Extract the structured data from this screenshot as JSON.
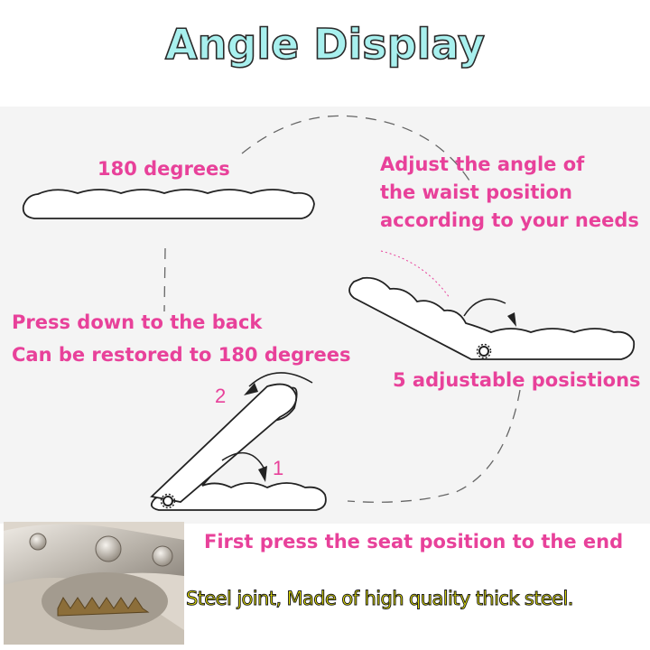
{
  "title": "Angle Display",
  "labels": {
    "flat": "180 degrees",
    "adjust_line1": "Adjust the angle of",
    "adjust_line2": "the waist position",
    "adjust_line3": "according to your needs",
    "press_line1": "Press down to the back",
    "press_line2": "Can be restored to 180 degrees",
    "positions": "5 adjustable posistions",
    "step1": "1",
    "step2": "2",
    "first_press": "First press the seat position to the end",
    "steel": "Steel joint, Made of high quality thick steel."
  },
  "colors": {
    "accent_pink": "#e8419a",
    "title_fill": "#a8f0ee",
    "steel_text": "#f4f000"
  },
  "icons": [
    "pivot-gear-icon",
    "curved-arrow-icon",
    "steel-joint-photo"
  ]
}
